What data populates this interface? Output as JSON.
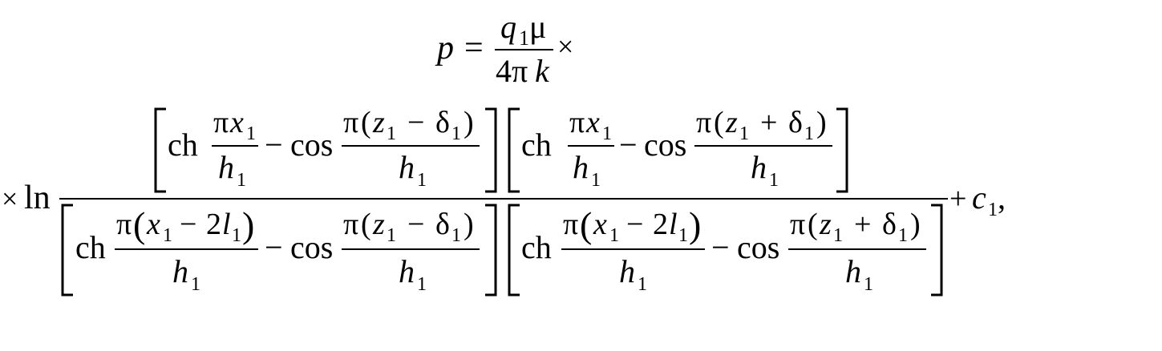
{
  "equation": {
    "top_line": {
      "p": "p",
      "equals": "=",
      "num_q": "q",
      "num_q_sub": "1",
      "num_mu": "μ",
      "den_4pi": "4π",
      "den_k": "k",
      "times": "×"
    },
    "main_line": {
      "times": "×",
      "ln": "ln",
      "ch": "ch",
      "cos": "cos",
      "pi": "π",
      "x": "x",
      "z": "z",
      "h": "h",
      "l": "l",
      "delta": "δ",
      "sub_1": "1",
      "minus": "−",
      "plus": "+",
      "lparen": "(",
      "rparen": ")",
      "two": "2",
      "tail_plus": "+",
      "c": "c",
      "c_sub": "1",
      "comma": ","
    }
  }
}
